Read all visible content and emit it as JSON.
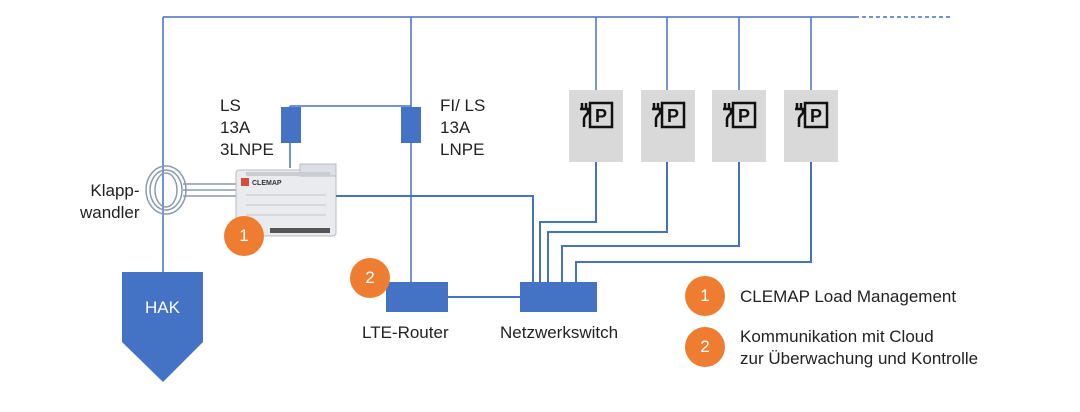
{
  "labels": {
    "ls_breaker": [
      "LS",
      "13A",
      "3LNPE"
    ],
    "fi_breaker": [
      "FI/ LS",
      "13A",
      "LNPE"
    ],
    "clamp": [
      "Klapp-",
      "wandler"
    ],
    "hak": "HAK",
    "lte_router": "LTE-Router",
    "network_switch": "Netzwerkswitch",
    "device_brand": "CLEMAP"
  },
  "legend": [
    {
      "number": "1",
      "text": [
        "CLEMAP  Load Management"
      ]
    },
    {
      "number": "2",
      "text": [
        "Kommunikation mit Cloud",
        "zur Überwachung und Kontrolle"
      ]
    }
  ],
  "badges": {
    "device": "1",
    "router": "2"
  },
  "chargers": [
    {
      "icon": "ev-charger-icon",
      "letter": "P"
    },
    {
      "icon": "ev-charger-icon",
      "letter": "P"
    },
    {
      "icon": "ev-charger-icon",
      "letter": "P"
    },
    {
      "icon": "ev-charger-icon",
      "letter": "P"
    }
  ],
  "colors": {
    "line": "#4472c4",
    "box": "#4472c4",
    "badge": "#ee7d31",
    "charger_bg": "#d9d9d9"
  }
}
